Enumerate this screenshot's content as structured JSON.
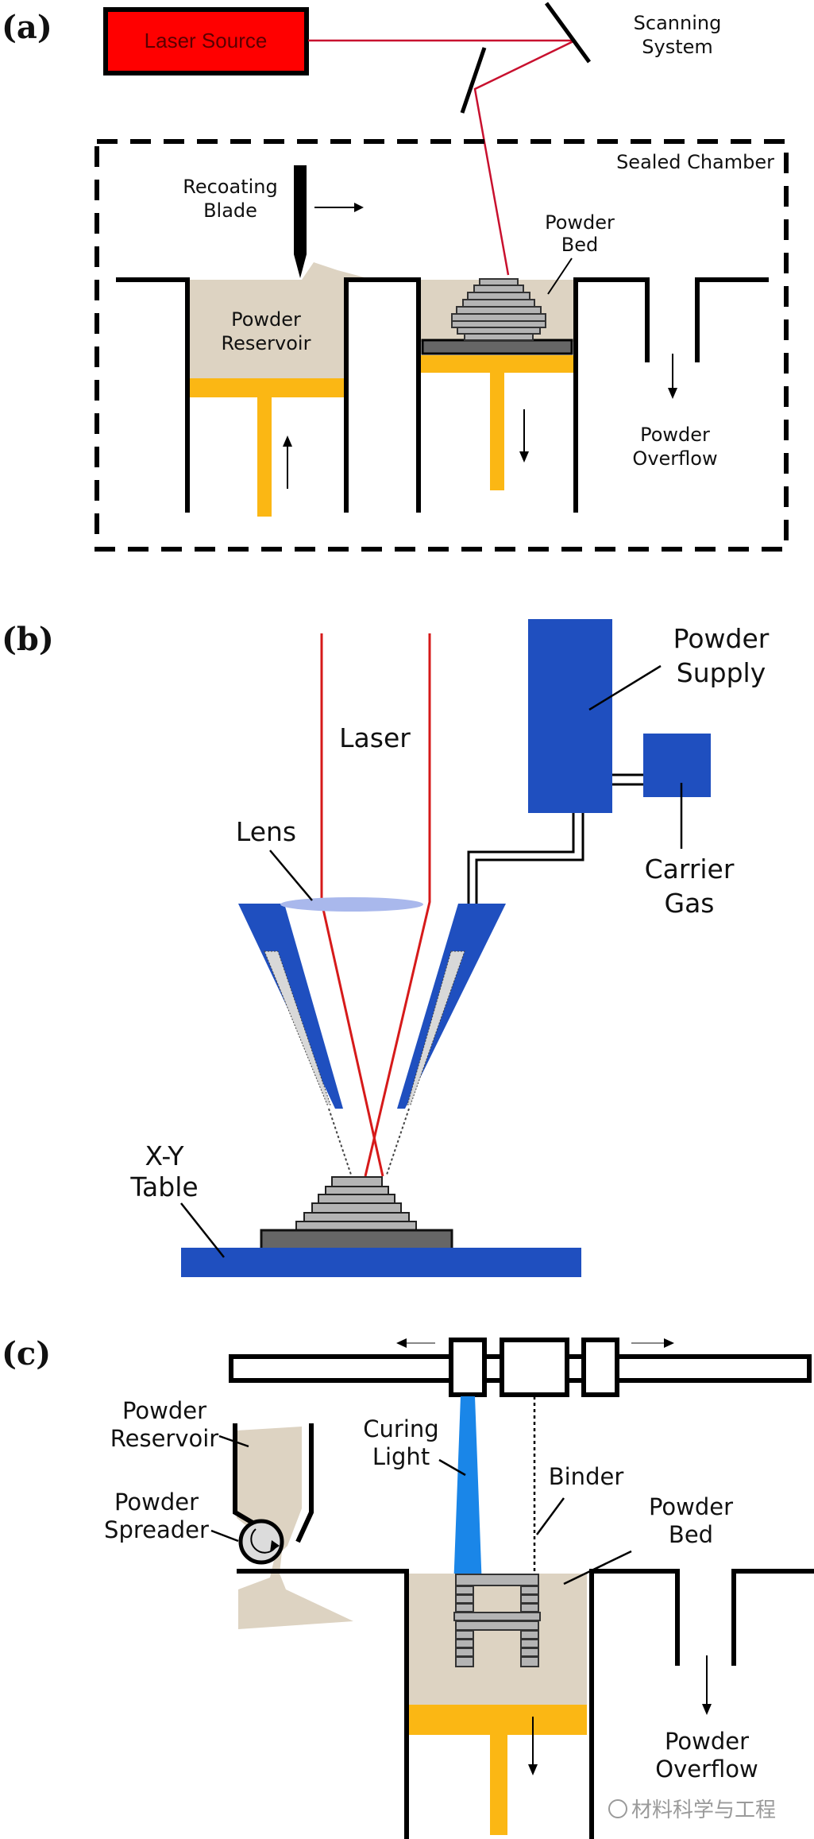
{
  "panels": {
    "a": {
      "tag": "(a)",
      "laser_source": "Laser Source",
      "scanning_system": [
        "Scanning",
        "System"
      ],
      "sealed_chamber": "Sealed Chamber",
      "recoating_blade": [
        "Recoating",
        "Blade"
      ],
      "powder_bed": [
        "Powder",
        "Bed"
      ],
      "powder_reservoir": [
        "Powder",
        "Reservoir"
      ],
      "powder_overflow": [
        "Powder",
        "Overflow"
      ]
    },
    "b": {
      "tag": "(b)",
      "laser": "Laser",
      "lens": "Lens",
      "powder_supply": [
        "Powder",
        "Supply"
      ],
      "carrier_gas": [
        "Carrier",
        "Gas"
      ],
      "xy_table": [
        "X-Y",
        "Table"
      ]
    },
    "c": {
      "tag": "(c)",
      "powder_reservoir": [
        "Powder",
        "Reservoir"
      ],
      "powder_spreader": [
        "Powder",
        "Spreader"
      ],
      "curing_light": [
        "Curing",
        "Light"
      ],
      "binder": "Binder",
      "powder_bed": [
        "Powder",
        "Bed"
      ],
      "powder_overflow": [
        "Powder",
        "Overflow"
      ]
    }
  },
  "watermark": "材料科学与工程",
  "colors": {
    "laser_red": "#d61a1a",
    "laser_box": "#ff0000",
    "powder": "#ddd3c2",
    "piston": "#fbb714",
    "part_gray": "#b4b4b4",
    "plate_gray": "#666666",
    "nozzle_blue": "#1f4fbf",
    "lens_blue": "#a9b8ec",
    "curing_blue": "#1a86e8"
  }
}
